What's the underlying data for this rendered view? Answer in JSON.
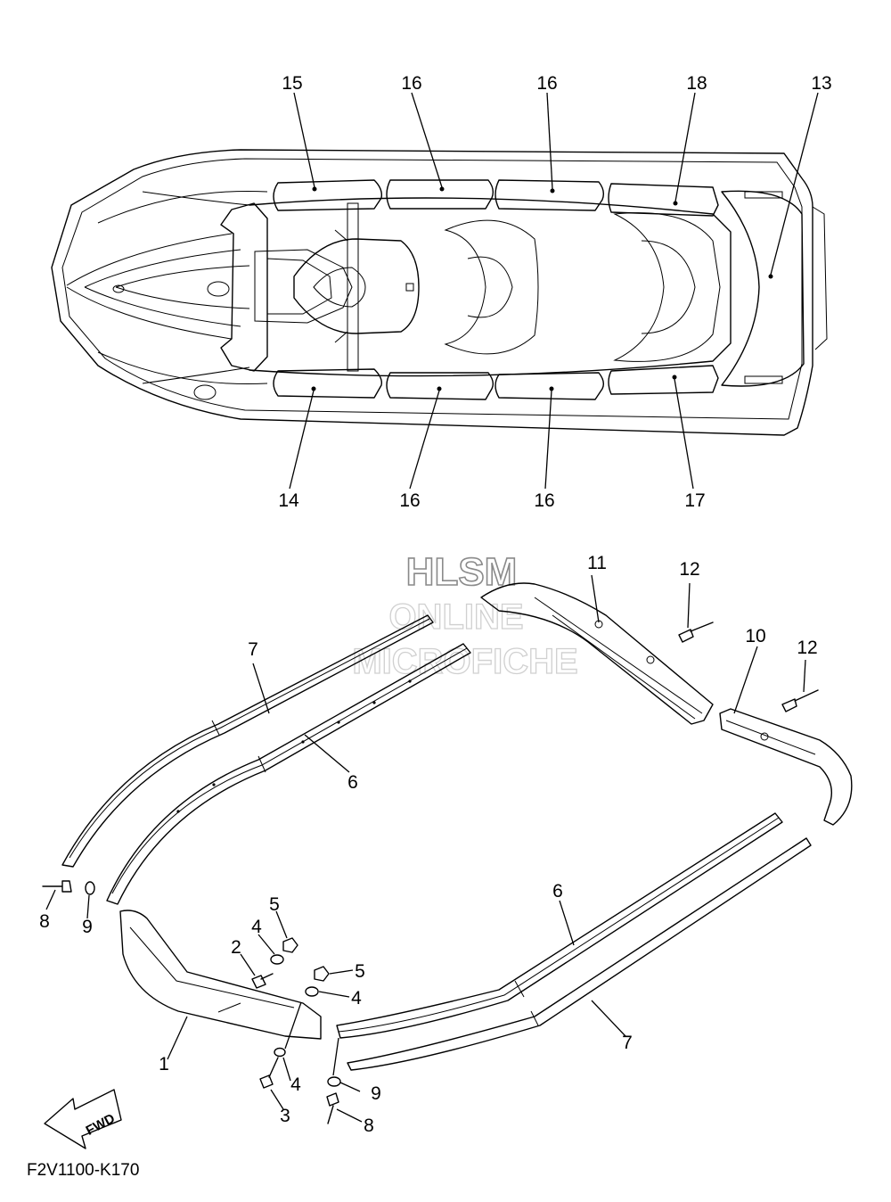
{
  "watermark": {
    "line1": "HLSM",
    "line2": "ONLINE",
    "line3": "MICROFICHE"
  },
  "figure_code": "F2V1100-K170",
  "fwd_label": "FWD",
  "callouts": {
    "c15": "15",
    "c16a": "16",
    "c16b": "16",
    "c18": "18",
    "c13": "13",
    "c14": "14",
    "c16c": "16",
    "c16d": "16",
    "c17": "17",
    "c11": "11",
    "c12a": "12",
    "c10": "10",
    "c12b": "12",
    "c7a": "7",
    "c6a": "6",
    "c8a": "8",
    "c9a": "9",
    "c5a": "5",
    "c4a": "4",
    "c2": "2",
    "c5b": "5",
    "c4b": "4",
    "c1": "1",
    "c4c": "4",
    "c3": "3",
    "c6b": "6",
    "c7b": "7",
    "c9b": "9",
    "c8b": "8"
  }
}
